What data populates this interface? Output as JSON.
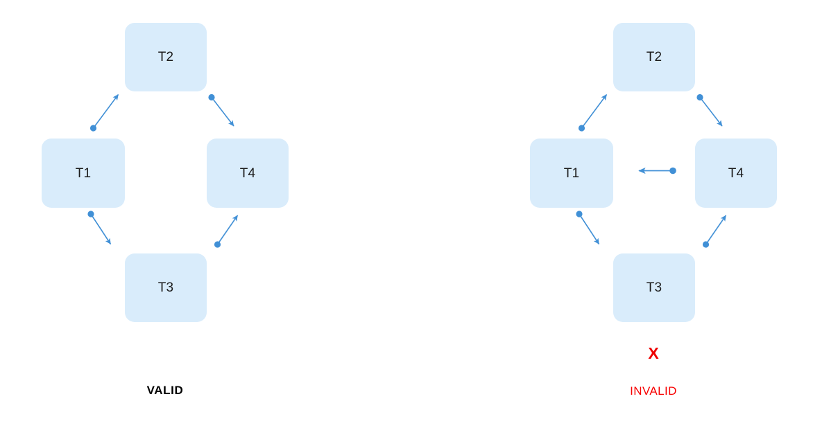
{
  "background_color": "#ffffff",
  "theme": {
    "node_fill": "#d9ecfb",
    "node_text_color": "#1c1c1c",
    "edge_color": "#4190d6",
    "valid_color": "#000000",
    "invalid_color": "#f80000"
  },
  "diagrams": [
    {
      "id": "valid",
      "caption": "VALID",
      "caption_color": "#000000",
      "mark": "",
      "nodes": [
        {
          "id": "T2",
          "label": "T2"
        },
        {
          "id": "T1",
          "label": "T1"
        },
        {
          "id": "T4",
          "label": "T4"
        },
        {
          "id": "T3",
          "label": "T3"
        }
      ],
      "edges": [
        {
          "from": "T1",
          "to": "T2",
          "direction": "up-right",
          "name": "edge-t1-t2"
        },
        {
          "from": "T2",
          "to": "T4",
          "direction": "down-right",
          "name": "edge-t2-t4"
        },
        {
          "from": "T1",
          "to": "T3",
          "direction": "down-right",
          "name": "edge-t1-t3"
        },
        {
          "from": "T3",
          "to": "T4",
          "direction": "up-right",
          "name": "edge-t3-t4"
        }
      ]
    },
    {
      "id": "invalid",
      "caption": "INVALID",
      "caption_color": "#f80000",
      "mark": "X",
      "nodes": [
        {
          "id": "T2",
          "label": "T2"
        },
        {
          "id": "T1",
          "label": "T1"
        },
        {
          "id": "T4",
          "label": "T4"
        },
        {
          "id": "T3",
          "label": "T3"
        }
      ],
      "edges": [
        {
          "from": "T1",
          "to": "T2",
          "direction": "up-right",
          "name": "edge-t1-t2"
        },
        {
          "from": "T2",
          "to": "T4",
          "direction": "down-right",
          "name": "edge-t2-t4"
        },
        {
          "from": "T1",
          "to": "T3",
          "direction": "down-right",
          "name": "edge-t1-t3"
        },
        {
          "from": "T3",
          "to": "T4",
          "direction": "up-right",
          "name": "edge-t3-t4"
        },
        {
          "from": "T4",
          "to": "T1",
          "direction": "left",
          "name": "edge-t4-t1"
        }
      ]
    }
  ]
}
